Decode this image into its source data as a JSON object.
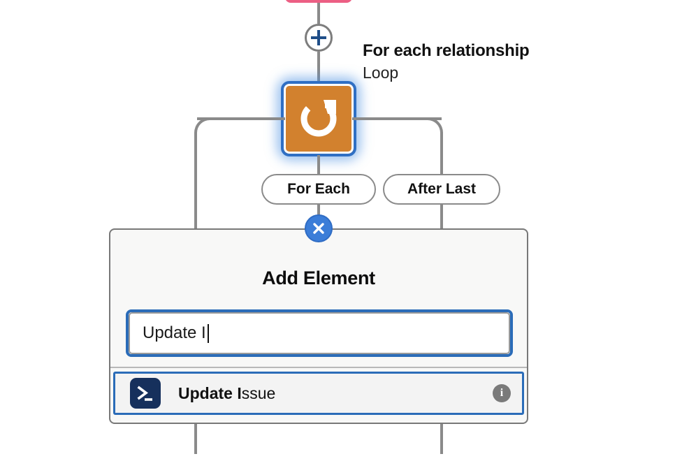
{
  "flow": {
    "node_title": "For each relationship",
    "node_subtitle": "Loop",
    "loop_icon": "loop-refresh-icon",
    "add_icon": "plus-icon",
    "branches": [
      {
        "label": "For Each"
      },
      {
        "label": "After Last"
      }
    ]
  },
  "panel": {
    "title": "Add Element",
    "close_icon": "close-icon",
    "search": {
      "value": "Update I",
      "placeholder": "Search elements"
    },
    "results": [
      {
        "icon": "terminal-icon",
        "label_match": "Update I",
        "label_rest": "ssue",
        "info_icon": "info-icon"
      }
    ]
  },
  "colors": {
    "loop_node": "#d2812e",
    "selection_blue": "#2f6fc4",
    "close_blue": "#3b7dd8",
    "pink_node": "#ec5f84",
    "terminal_navy": "#16305c",
    "line_gray": "#8a8a8a",
    "panel_bg": "#f8f8f7"
  }
}
